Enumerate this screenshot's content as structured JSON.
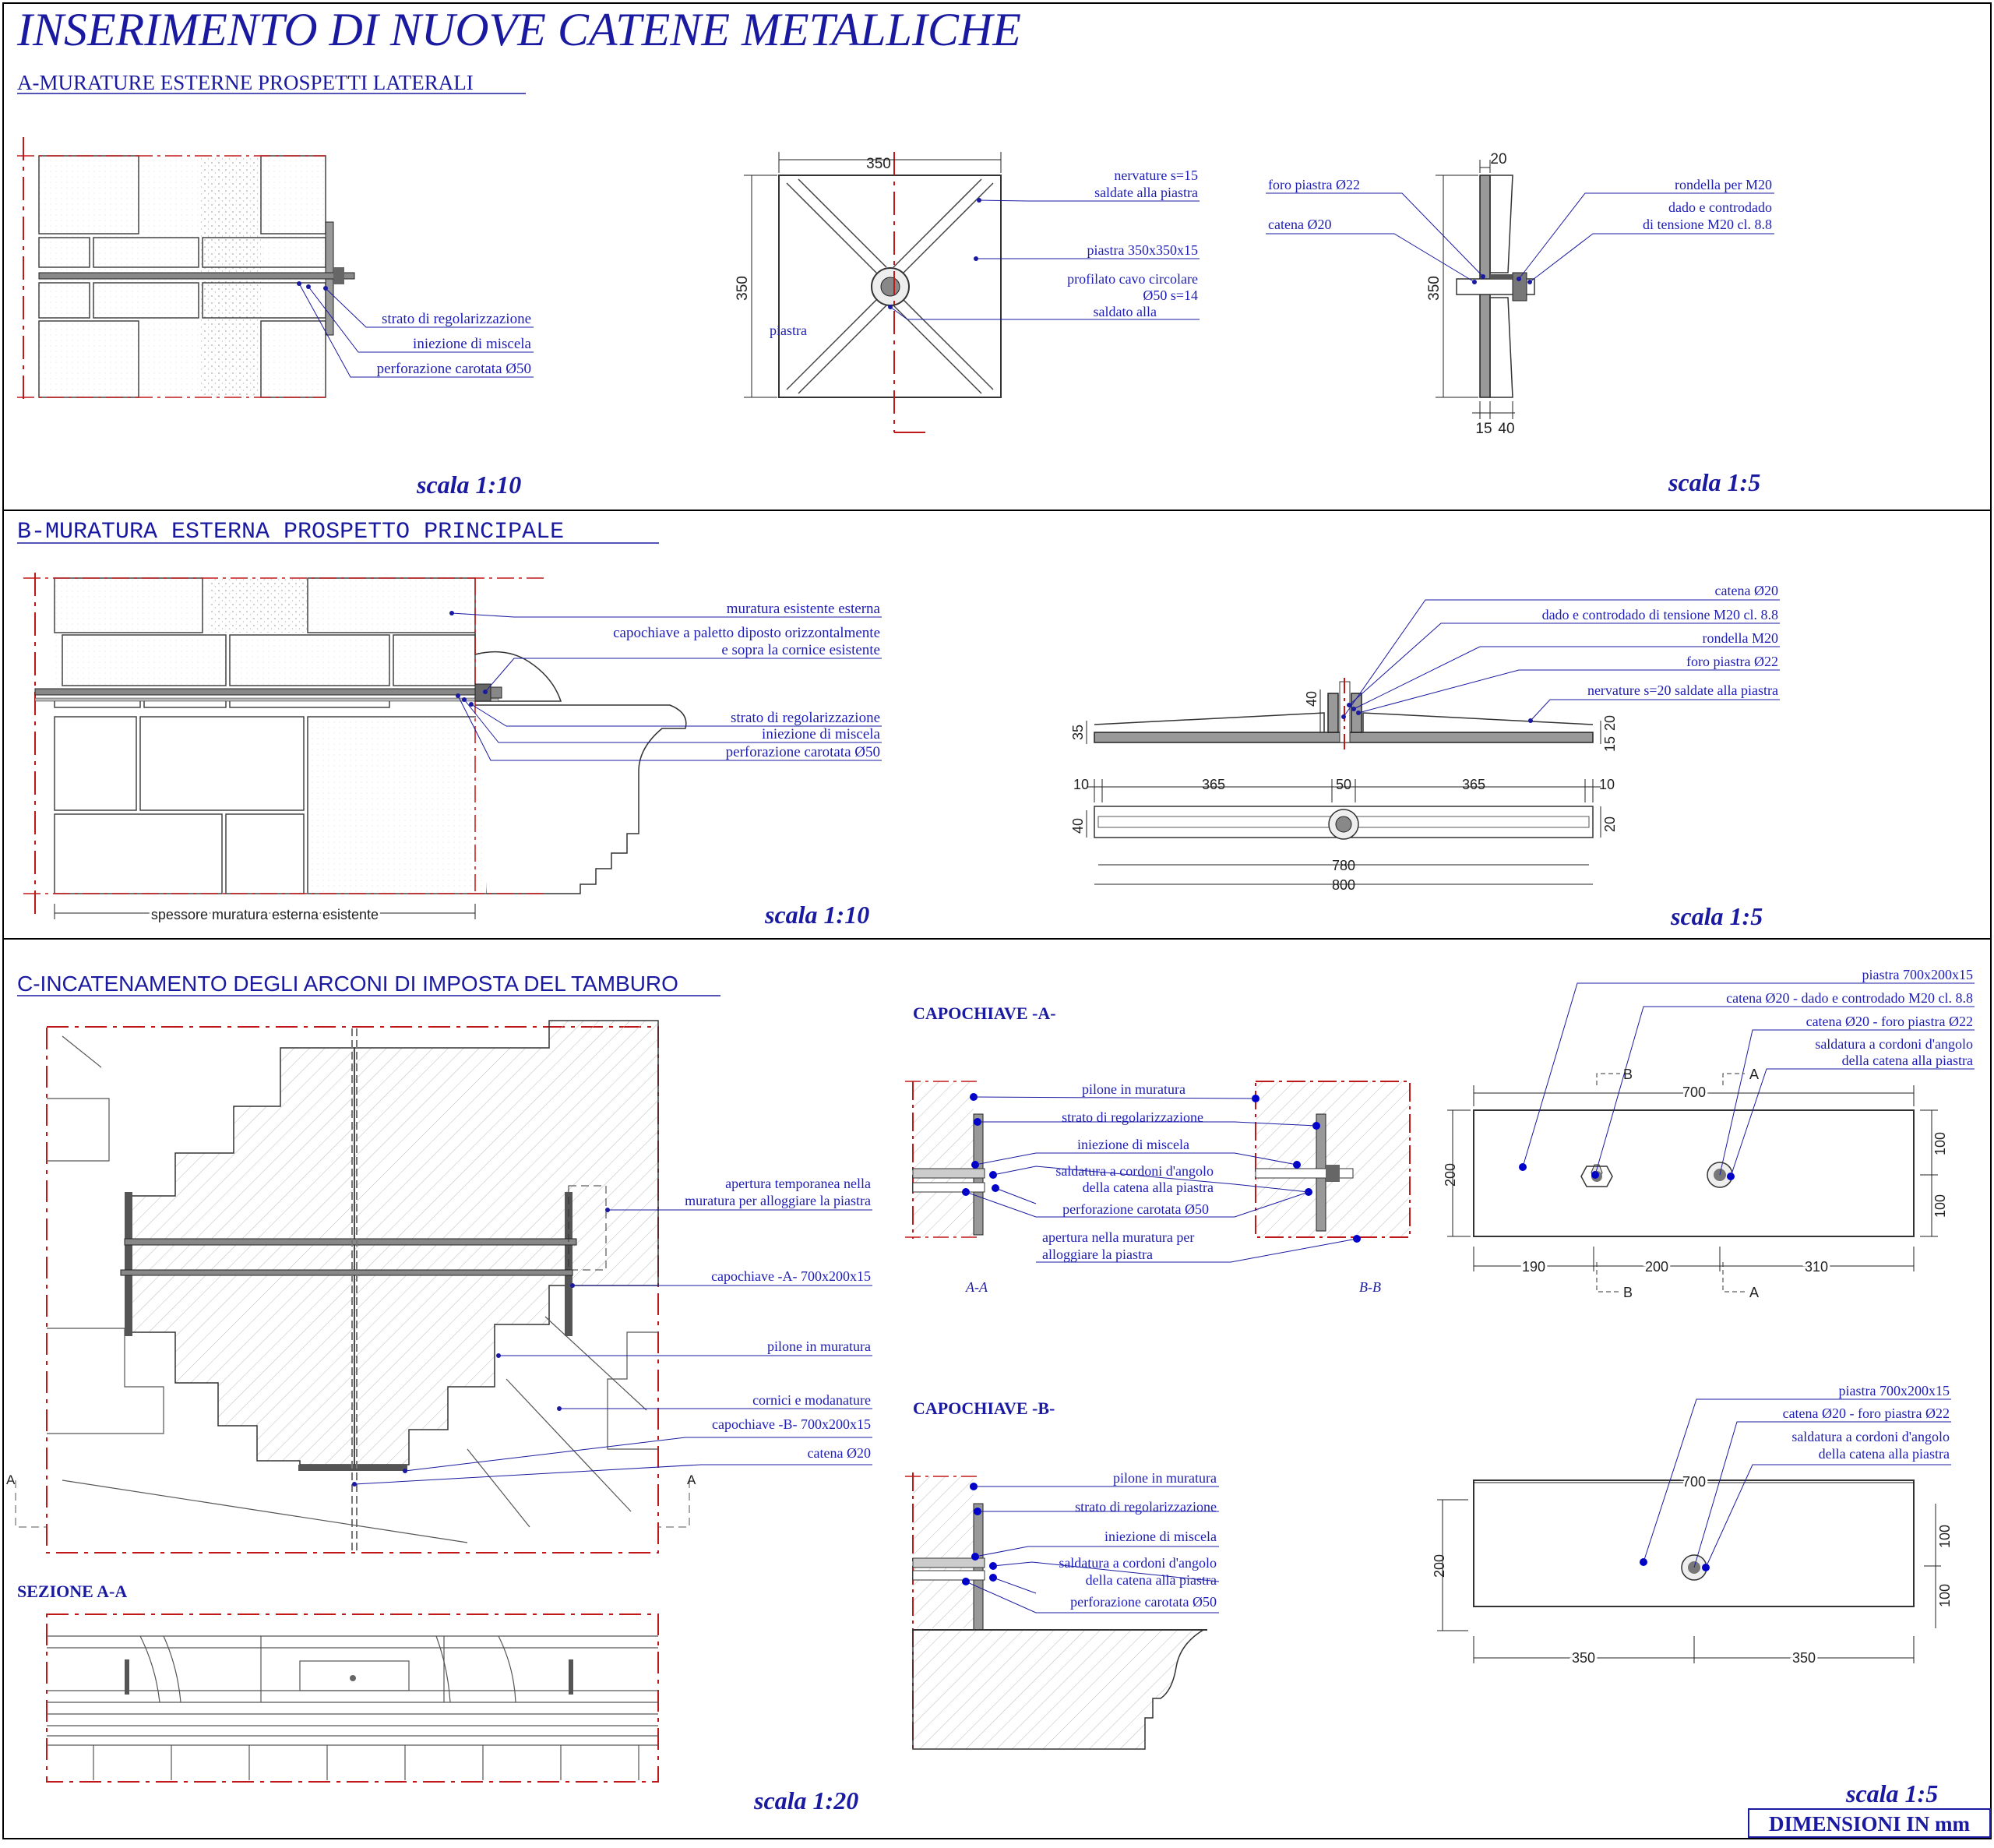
{
  "colors": {
    "ink": "#1a1aa0",
    "label": "#1e1eb4",
    "dim": "#222222",
    "axis": "#d02020",
    "frame": "#000000"
  },
  "title": "INSERIMENTO DI NUOVE CATENE METALLICHE",
  "section_a": {
    "heading": "A-MURATURE ESTERNE PROSPETTI LATERALI",
    "wall_labels": [
      "strato di regolarizzazione",
      "iniezione di miscela",
      "perforazione carotata Ø50"
    ],
    "plate": {
      "dim_w": "350",
      "dim_h": "350",
      "piastra_label": "piastra",
      "labels": [
        "nervature s=15",
        "saldate alla piastra",
        "piastra 350x350x15",
        "profilato cavo circolare",
        "Ø50 s=14",
        "saldato alla"
      ]
    },
    "detail": {
      "dim_top": "20",
      "dim_h": "350",
      "dim_b1": "15",
      "dim_b2": "40",
      "left_labels": [
        "foro piastra Ø22",
        "catena Ø20"
      ],
      "right_labels": [
        "rondella per M20",
        "dado e controdado",
        "di tensione M20 cl. 8.8"
      ]
    },
    "scale_left": "scala 1:10",
    "scale_right": "scala 1:5"
  },
  "section_b": {
    "heading": "B-MURATURA ESTERNA PROSPETTO PRINCIPALE",
    "wall_labels": [
      "muratura esistente esterna",
      "capochiave a paletto diposto orizzontalmente",
      "e sopra la cornice esistente",
      "strato di regolarizzazione",
      "iniezione di miscela",
      "perforazione carotata Ø50"
    ],
    "thickness_label": "spessore muratura esterna esistente",
    "bar_labels": [
      "catena Ø20",
      "dado e controdado di tensione M20 cl. 8.8",
      "rondella M20",
      "foro piastra Ø22",
      "nervature s=20 saldate alla piastra"
    ],
    "bar_dims": {
      "d40": "40",
      "d35": "35",
      "d15": "15",
      "d20": "20",
      "d10a": "10",
      "d365a": "365",
      "d50": "50",
      "d365b": "365",
      "d10b": "10",
      "d40b": "40",
      "d20b": "20",
      "d780": "780",
      "d800": "800"
    },
    "scale_left": "scala 1:10",
    "scale_right": "scala 1:5"
  },
  "section_c": {
    "heading": "C-INCATENAMENTO DEGLI ARCONI DI IMPOSTA DEL TAMBURO",
    "plan_labels": [
      "apertura temporanea nella",
      "muratura per alloggiare la piastra",
      "capochiave -A-  700x200x15",
      "pilone in muratura",
      "cornici e modanature",
      "capochiave -B- 700x200x15",
      "catena Ø20"
    ],
    "cut_marker": "A",
    "sezione_title": "SEZIONE A-A",
    "capochiave_a": {
      "title": "CAPOCHIAVE -A-",
      "labels": [
        "pilone in muratura",
        "strato di regolarizzazione",
        "iniezione di miscela",
        "saldatura a cordoni d'angolo",
        "della catena alla piastra",
        "perforazione carotata Ø50",
        "apertura nella muratura per",
        "alloggiare la piastra"
      ],
      "tag_left": "A-A",
      "tag_right": "B-B"
    },
    "capochiave_b": {
      "title": "CAPOCHIAVE -B-",
      "labels": [
        "pilone in muratura",
        "strato di regolarizzazione",
        "iniezione di miscela",
        "saldatura a cordoni d'angolo",
        "della catena alla piastra",
        "perforazione carotata Ø50"
      ]
    },
    "plate_a": {
      "labels": [
        "piastra 700x200x15",
        "catena Ø20 - dado e controdado M20 cl. 8.8",
        "catena Ø20 - foro piastra Ø22",
        "saldatura a cordoni d'angolo",
        "della catena alla piastra"
      ],
      "dims": {
        "w": "700",
        "h": "200",
        "h1": "100",
        "h2": "100",
        "s1": "190",
        "s2": "200",
        "s3": "310"
      },
      "markers": {
        "b": "B",
        "a": "A"
      }
    },
    "plate_b": {
      "labels": [
        "piastra 700x200x15",
        "catena Ø20 - foro piastra Ø22",
        "saldatura a cordoni d'angolo",
        "della catena alla piastra"
      ],
      "dims": {
        "w": "700",
        "h": "200",
        "h1": "100",
        "h2": "100",
        "s1": "350",
        "s2": "350"
      }
    },
    "scale_left": "scala 1:20",
    "scale_right": "scala 1:5"
  },
  "footer": "DIMENSIONI IN mm"
}
